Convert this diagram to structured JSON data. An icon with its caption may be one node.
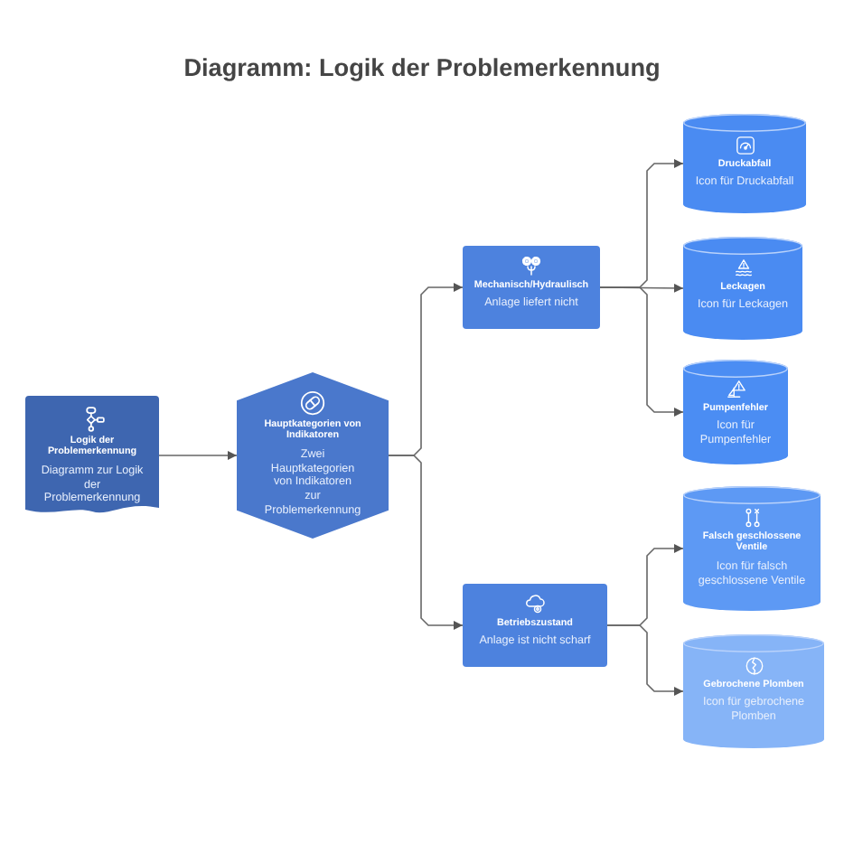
{
  "diagram": {
    "title": "Diagramm: Logik der Problemerkennung",
    "nodes": [
      {
        "text": [
          "Logik der Problemerkennung",
          "Diagramm zur Logik der Problemerkennung"
        ]
      },
      {
        "text": [
          "Hauptkategorien von Indikatoren",
          "Zwei Hauptkategorien von Indikatoren zur Problemerkennung"
        ]
      },
      {
        "text": [
          "Mechanisch/Hydraulisch",
          "Anlage liefert nicht"
        ]
      },
      {
        "text": [
          "Betriebszustand",
          "Anlage ist nicht scharf"
        ]
      },
      {
        "text": [
          "Druckabfall",
          "Icon für Druckabfall"
        ]
      },
      {
        "text": [
          "Leckagen",
          "Icon für Leckagen"
        ]
      },
      {
        "text": [
          "Pumpenfehler",
          "Icon für Pumpenfehler"
        ]
      },
      {
        "text": [
          "Falsch geschlossene Ventile",
          "Icon für falsch geschlossene Ventile"
        ]
      },
      {
        "text": [
          "Gebrochene Plomben",
          "Icon für gebrochene Plomben"
        ]
      }
    ],
    "edges": [
      {
        "from": 0,
        "to": 1,
        "arrow": "to"
      },
      {
        "from": 1,
        "to": 2,
        "arrow": "to"
      },
      {
        "from": 1,
        "to": 3,
        "arrow": "to"
      },
      {
        "from": 2,
        "to": 4,
        "arrow": "to"
      },
      {
        "from": 2,
        "to": 5,
        "arrow": "to"
      },
      {
        "from": 2,
        "to": 6,
        "arrow": "to"
      },
      {
        "from": 3,
        "to": 7,
        "arrow": "to"
      },
      {
        "from": 3,
        "to": 8,
        "arrow": "to"
      }
    ]
  }
}
